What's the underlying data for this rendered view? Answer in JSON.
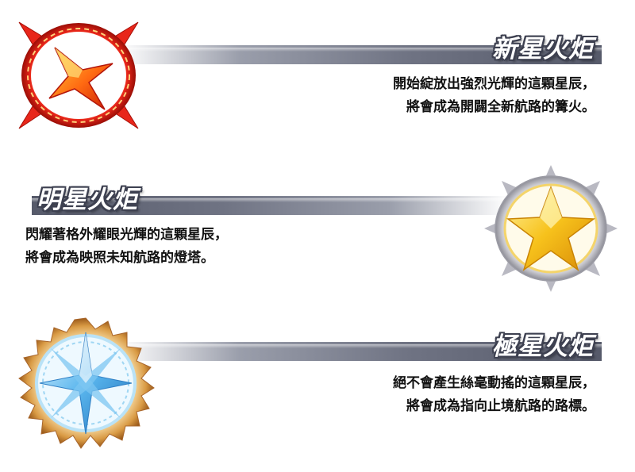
{
  "torches": [
    {
      "title": "新星火炬",
      "lines": [
        "開始綻放出強烈光輝的這顆星辰，",
        "將會成為開闢全新航路的篝火。"
      ],
      "emblem_icon": "red-four-point-star-compass-icon"
    },
    {
      "title": "明星火炬",
      "lines": [
        "閃耀著格外耀眼光輝的這顆星辰，",
        "將會成為映照未知航路的燈塔。"
      ],
      "emblem_icon": "gold-five-point-star-compass-icon"
    },
    {
      "title": "極星火炬",
      "lines": [
        "絕不會產生絲毫動搖的這顆星辰，",
        "將會成為指向止境航路的路標。"
      ],
      "emblem_icon": "blue-eight-point-star-compass-icon"
    }
  ],
  "colors": {
    "red": "#e8261a",
    "gold": "#f2b318",
    "blue": "#5ab6ee",
    "bar_dark": "#565a6a",
    "text": "#111111"
  }
}
